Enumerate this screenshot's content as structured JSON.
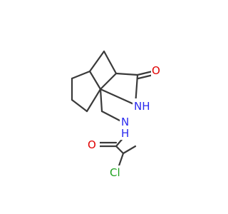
{
  "atoms": {
    "oxygen_lactam": {
      "text": "O",
      "color": "#e00000"
    },
    "nitrogen_lactam": {
      "text": "NH",
      "color": "#2a2aee"
    },
    "nitrogen_amide": {
      "text": "N\nH",
      "n": "N",
      "h": "H",
      "color": "#2a2aee"
    },
    "oxygen_amide": {
      "text": "O",
      "color": "#e00000"
    },
    "chlorine": {
      "text": "Cl",
      "color": "#1ea21e"
    }
  },
  "bond_color": "#3a3a3a"
}
